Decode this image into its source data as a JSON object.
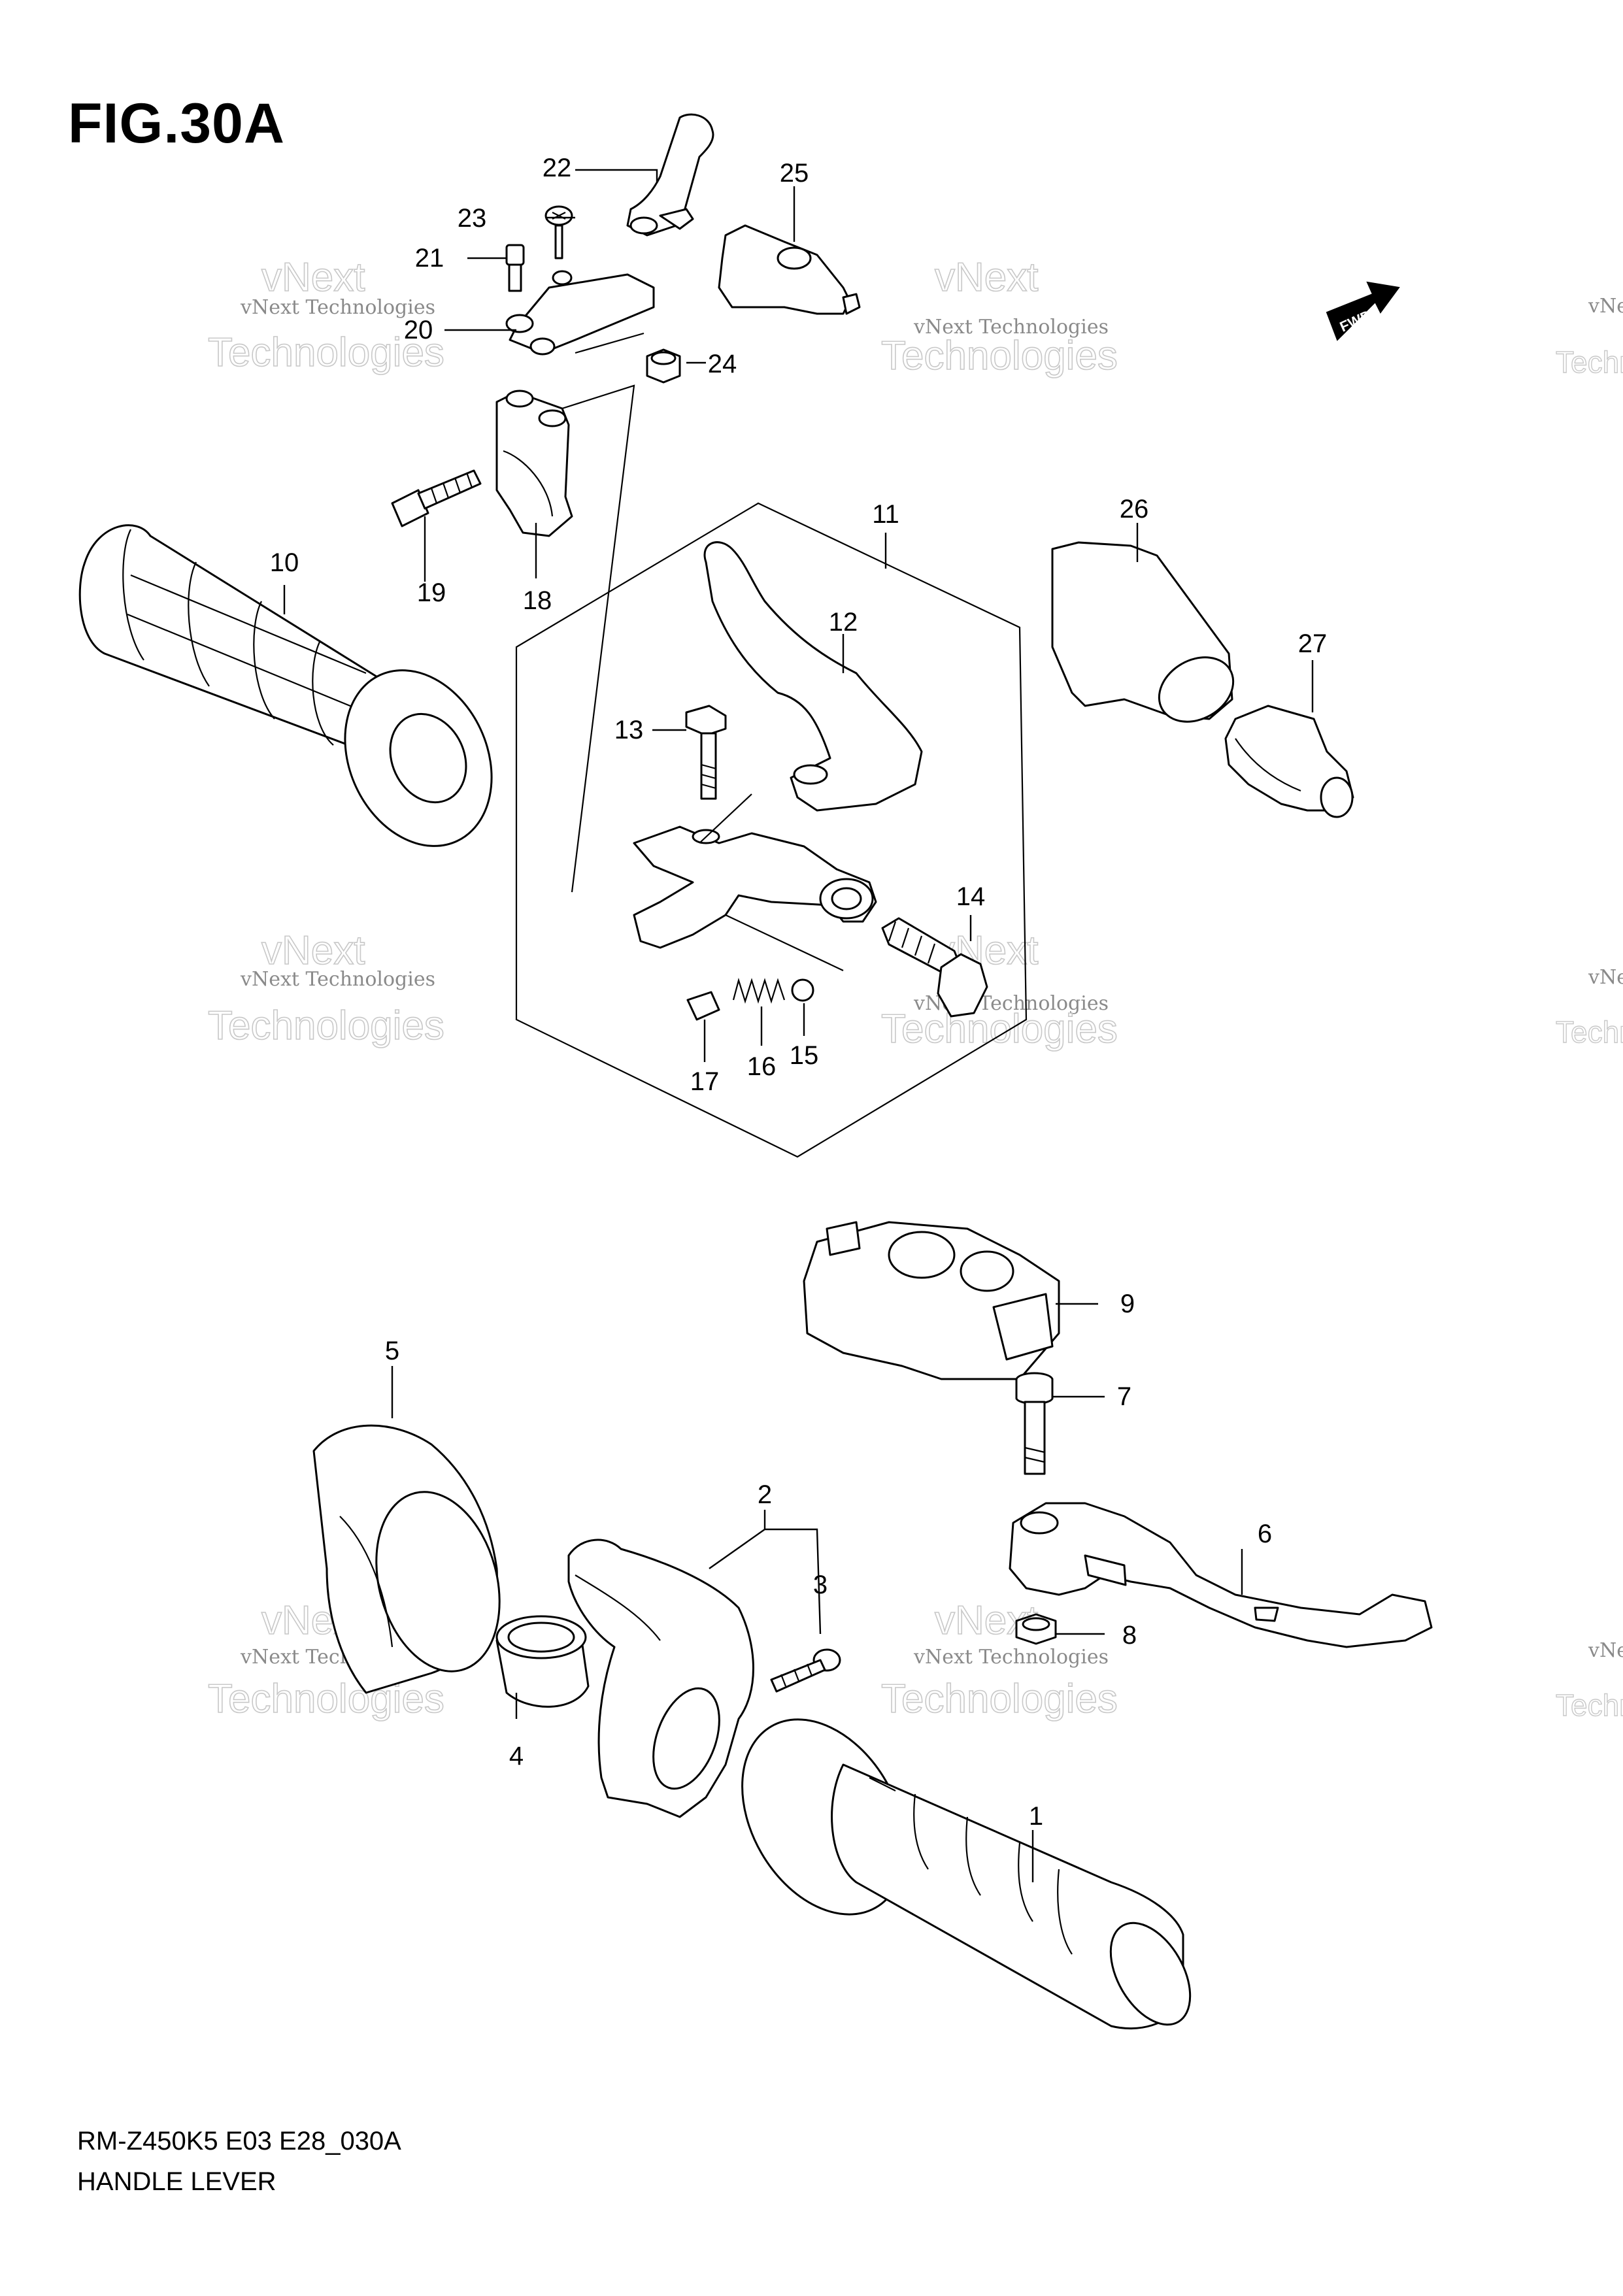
{
  "figure": {
    "title": "FIG.30A",
    "model_code": "RM-Z450K5 E03 E28_030A",
    "caption": "HANDLE LEVER"
  },
  "watermark": {
    "line1": "vNext Technologies",
    "line2": "vNext",
    "line3": "Technologies"
  },
  "fwd_label": "FWD",
  "callouts": [
    {
      "id": "22",
      "label": "22"
    },
    {
      "id": "25",
      "label": "25"
    },
    {
      "id": "23",
      "label": "23"
    },
    {
      "id": "21",
      "label": "21"
    },
    {
      "id": "20",
      "label": "20"
    },
    {
      "id": "24",
      "label": "24"
    },
    {
      "id": "19",
      "label": "19"
    },
    {
      "id": "18",
      "label": "18"
    },
    {
      "id": "10",
      "label": "10"
    },
    {
      "id": "11",
      "label": "11"
    },
    {
      "id": "12",
      "label": "12"
    },
    {
      "id": "13",
      "label": "13"
    },
    {
      "id": "14",
      "label": "14"
    },
    {
      "id": "15",
      "label": "15"
    },
    {
      "id": "16",
      "label": "16"
    },
    {
      "id": "17",
      "label": "17"
    },
    {
      "id": "26",
      "label": "26"
    },
    {
      "id": "27",
      "label": "27"
    },
    {
      "id": "9",
      "label": "9"
    },
    {
      "id": "5",
      "label": "5"
    },
    {
      "id": "7",
      "label": "7"
    },
    {
      "id": "2",
      "label": "2"
    },
    {
      "id": "3",
      "label": "3"
    },
    {
      "id": "6",
      "label": "6"
    },
    {
      "id": "8",
      "label": "8"
    },
    {
      "id": "4",
      "label": "4"
    },
    {
      "id": "1",
      "label": "1"
    }
  ]
}
